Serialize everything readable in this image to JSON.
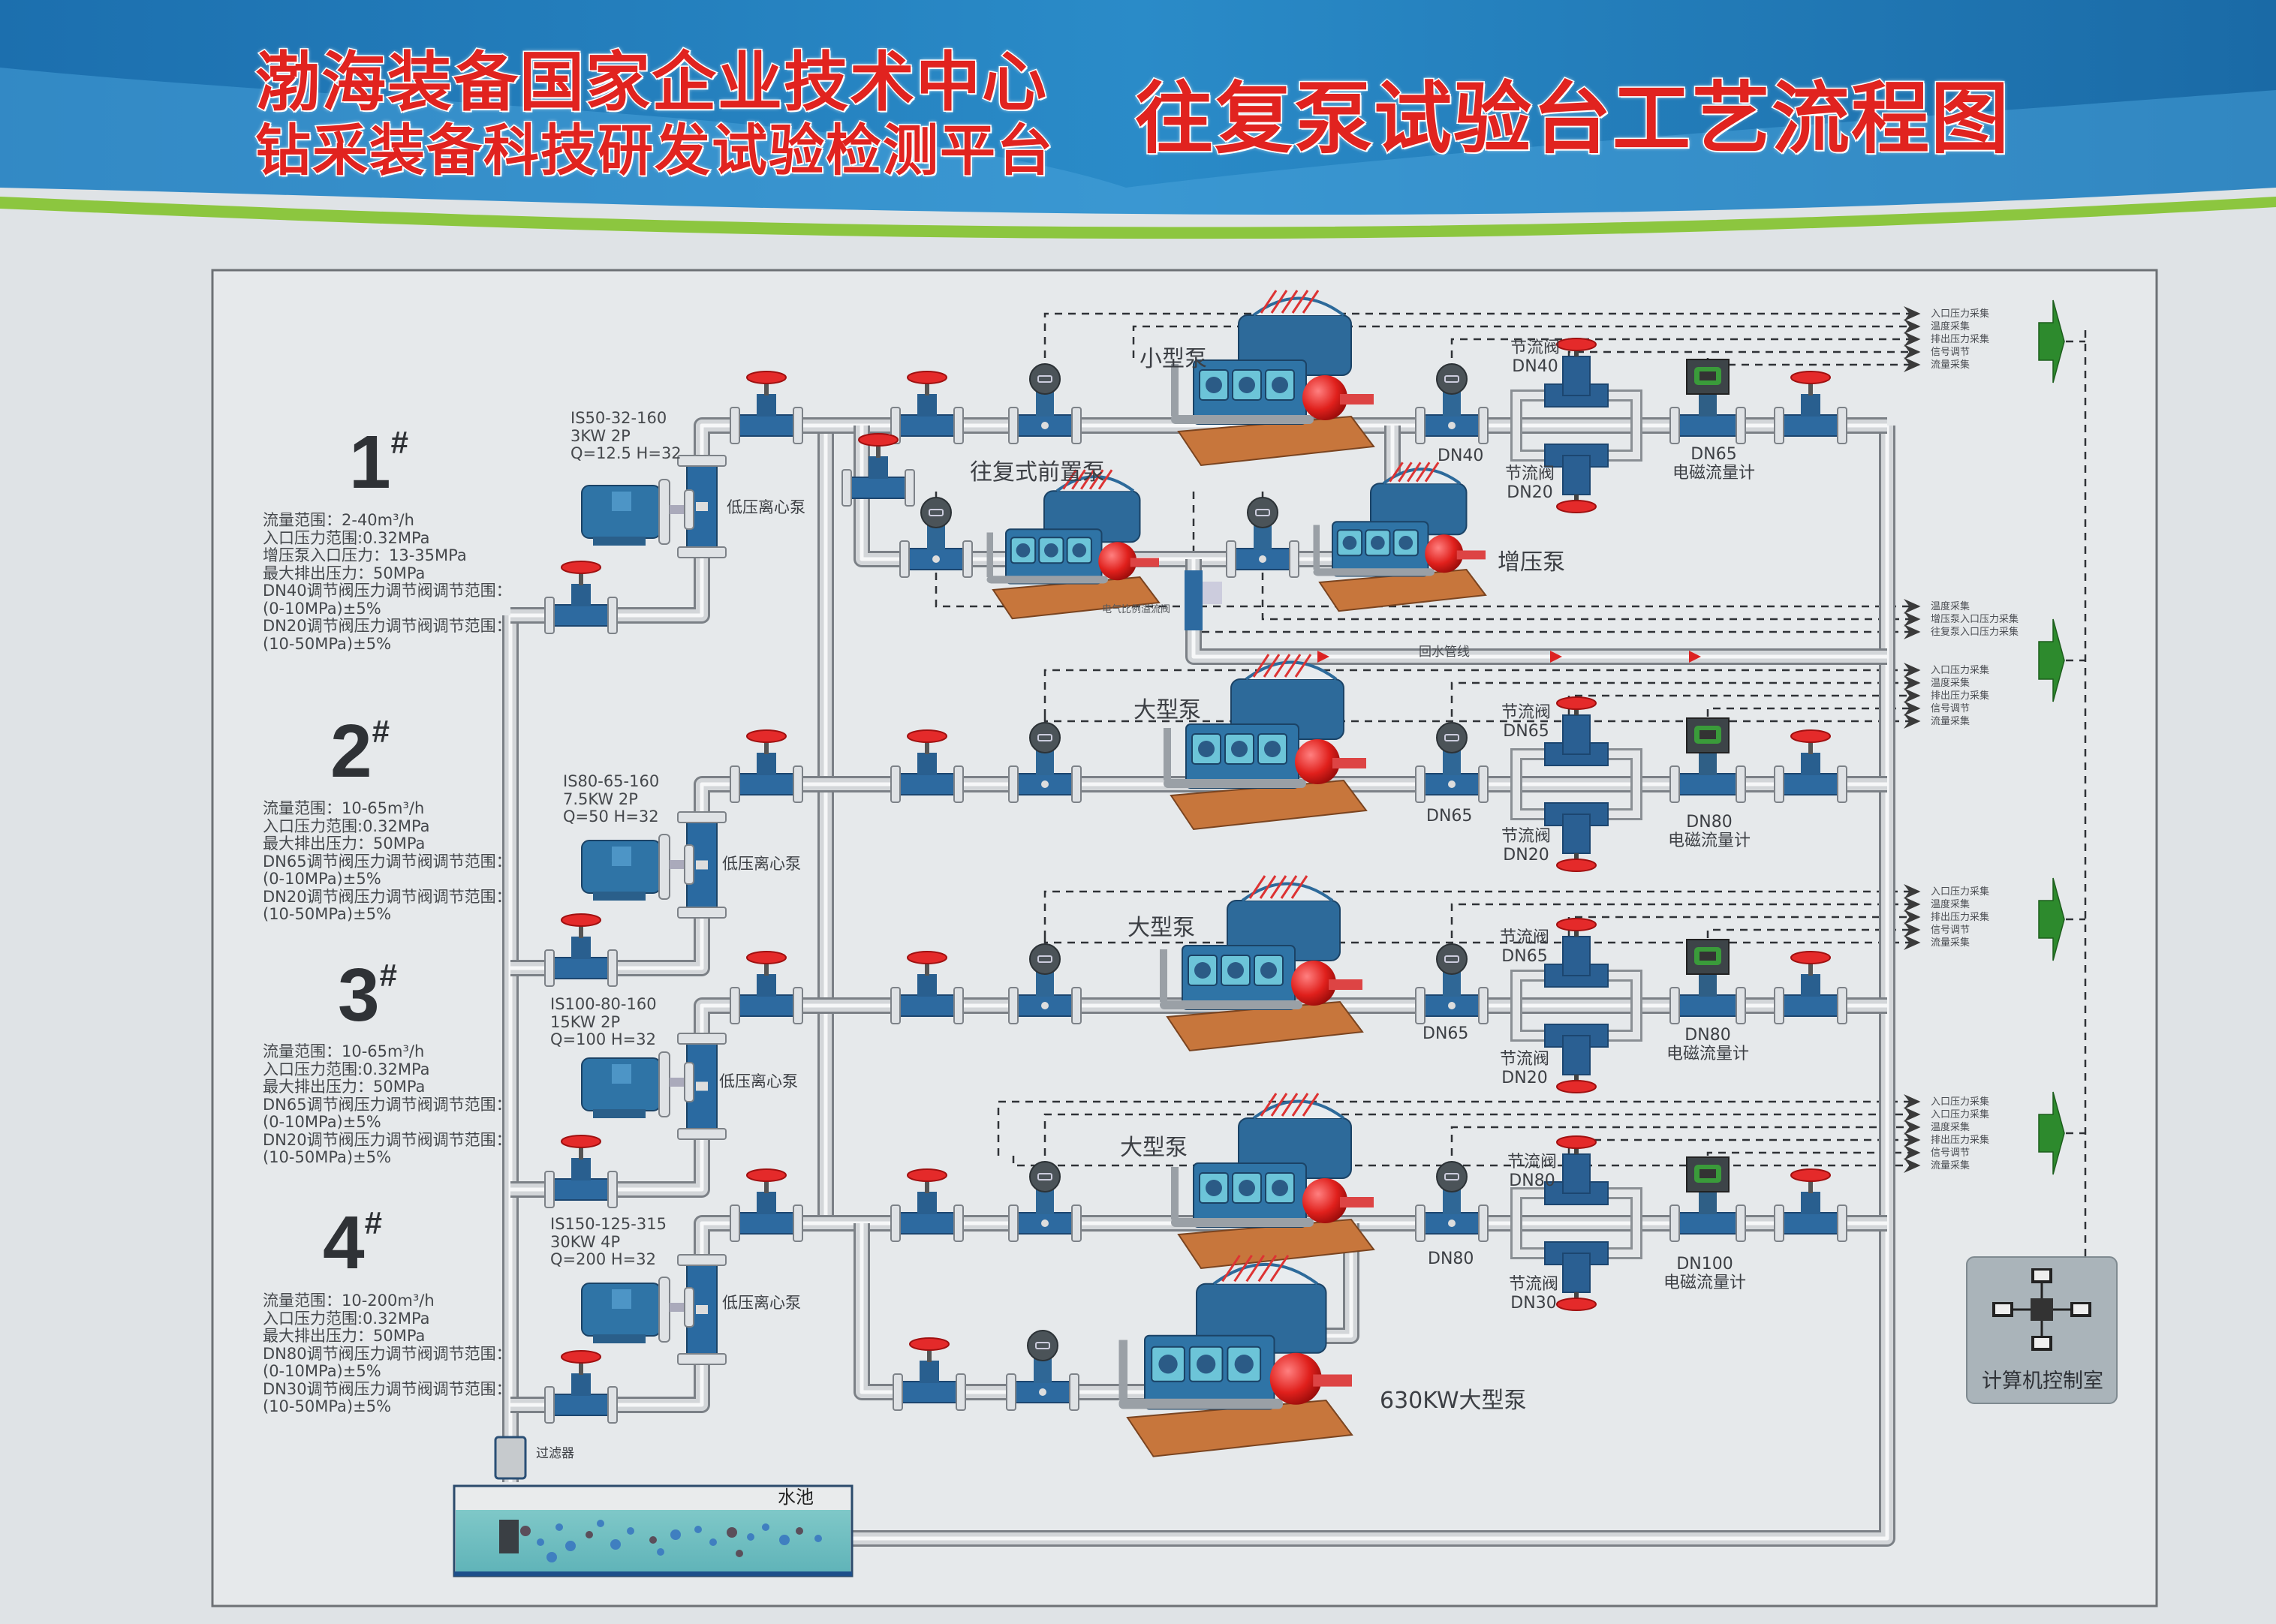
{
  "header": {
    "title_left_line1": "渤海装备国家企业技术中心",
    "title_left_line2": "钻采装备科技研发试验检测平台",
    "title_right": "往复泵试验台工艺流程图",
    "colors": {
      "banner": "#1f78b8",
      "title": "#e1231f",
      "stripe": "#8cc63f"
    }
  },
  "stations": [
    {
      "num": "1",
      "mark": "#",
      "specs": [
        "流量范围：2-40m³/h",
        "入口压力范围:0.32MPa",
        "增压泵入口压力：13-35MPa",
        "最大排出压力：50MPa",
        "DN40调节阀压力调节阀调节范围：",
        "(0-10MPa)±5%",
        "DN20调节阀压力调节阀调节范围：",
        "(10-50MPa)±5%"
      ],
      "lp_pump": [
        "IS50-32-160",
        "3KW 2P",
        "Q=12.5 H=32"
      ],
      "lp_label": "低压离心泵",
      "pump_label": "小型泵",
      "meter_dn": "DN40",
      "throttle_top": [
        "节流阀",
        "DN40"
      ],
      "throttle_bottom": [
        "节流阀",
        "DN20"
      ],
      "flowmeter": [
        "DN65",
        "电磁流量计"
      ]
    },
    {
      "num": "2",
      "mark": "#",
      "specs": [
        "流量范围：10-65m³/h",
        "入口压力范围:0.32MPa",
        "最大排出压力：50MPa",
        "DN65调节阀压力调节阀调节范围：",
        "(0-10MPa)±5%",
        "DN20调节阀压力调节阀调节范围：",
        "(10-50MPa)±5%"
      ],
      "lp_pump": [
        "IS80-65-160",
        "7.5KW 2P",
        "Q=50 H=32"
      ],
      "lp_label": "低压离心泵",
      "pump_label": "大型泵",
      "meter_dn": "DN65",
      "throttle_top": [
        "节流阀",
        "DN65"
      ],
      "throttle_bottom": [
        "节流阀",
        "DN20"
      ],
      "flowmeter": [
        "DN80",
        "电磁流量计"
      ]
    },
    {
      "num": "3",
      "mark": "#",
      "specs": [
        "流量范围：10-65m³/h",
        "入口压力范围:0.32MPa",
        "最大排出压力：50MPa",
        "DN65调节阀压力调节阀调节范围：",
        "(0-10MPa)±5%",
        "DN20调节阀压力调节阀调节范围：",
        "(10-50MPa)±5%"
      ],
      "lp_pump": [
        "IS100-80-160",
        "15KW 2P",
        "Q=100 H=32"
      ],
      "lp_label": "低压离心泵",
      "pump_label": "大型泵",
      "meter_dn": "DN65",
      "throttle_top": [
        "节流阀",
        "DN65"
      ],
      "throttle_bottom": [
        "节流阀",
        "DN20"
      ],
      "flowmeter": [
        "DN80",
        "电磁流量计"
      ]
    },
    {
      "num": "4",
      "mark": "#",
      "specs": [
        "流量范围：10-200m³/h",
        "入口压力范围:0.32MPa",
        "最大排出压力：50MPa",
        "DN80调节阀压力调节阀调节范围：",
        "(0-10MPa)±5%",
        "DN30调节阀压力调节阀调节范围：",
        "(10-50MPa)±5%"
      ],
      "lp_pump": [
        "IS150-125-315",
        "30KW 4P",
        "Q=200 H=32"
      ],
      "lp_label": "低压离心泵",
      "pump_label": "大型泵",
      "meter_dn": "DN80",
      "throttle_top": [
        "节流阀",
        "DN80"
      ],
      "throttle_bottom": [
        "节流阀",
        "DN30"
      ],
      "flowmeter": [
        "DN100",
        "电磁流量计"
      ]
    }
  ],
  "extra_labels": {
    "pre_pump": "往复式前置泵",
    "booster_pump": "增压泵",
    "relief_valve": "电气比例溢流阀",
    "return_line": "回水管线",
    "big_pump": "630KW大型泵",
    "filter": "过滤器",
    "pool": "水池",
    "control_room": "计算机控制室"
  },
  "signal_groups": [
    [
      "入口压力采集",
      "温度采集",
      "排出压力采集",
      "信号调节",
      "流量采集"
    ],
    [
      "温度采集",
      "增压泵入口压力采集",
      "往复泵入口压力采集"
    ],
    [
      "入口压力采集",
      "温度采集",
      "排出压力采集",
      "信号调节",
      "流量采集"
    ],
    [
      "入口压力采集",
      "温度采集",
      "排出压力采集",
      "信号调节",
      "流量采集"
    ],
    [
      "入口压力采集",
      "入口压力采集",
      "温度采集",
      "排出压力采集",
      "信号调节",
      "流量采集"
    ]
  ],
  "icons": [
    "gate-valve-icon",
    "pressure-gauge-icon",
    "reciprocating-pump-icon",
    "centrifugal-pump-icon",
    "throttle-valve-icon",
    "electromagnetic-flowmeter-icon",
    "filter-icon",
    "computer-icon",
    "signal-arrow-icon"
  ]
}
